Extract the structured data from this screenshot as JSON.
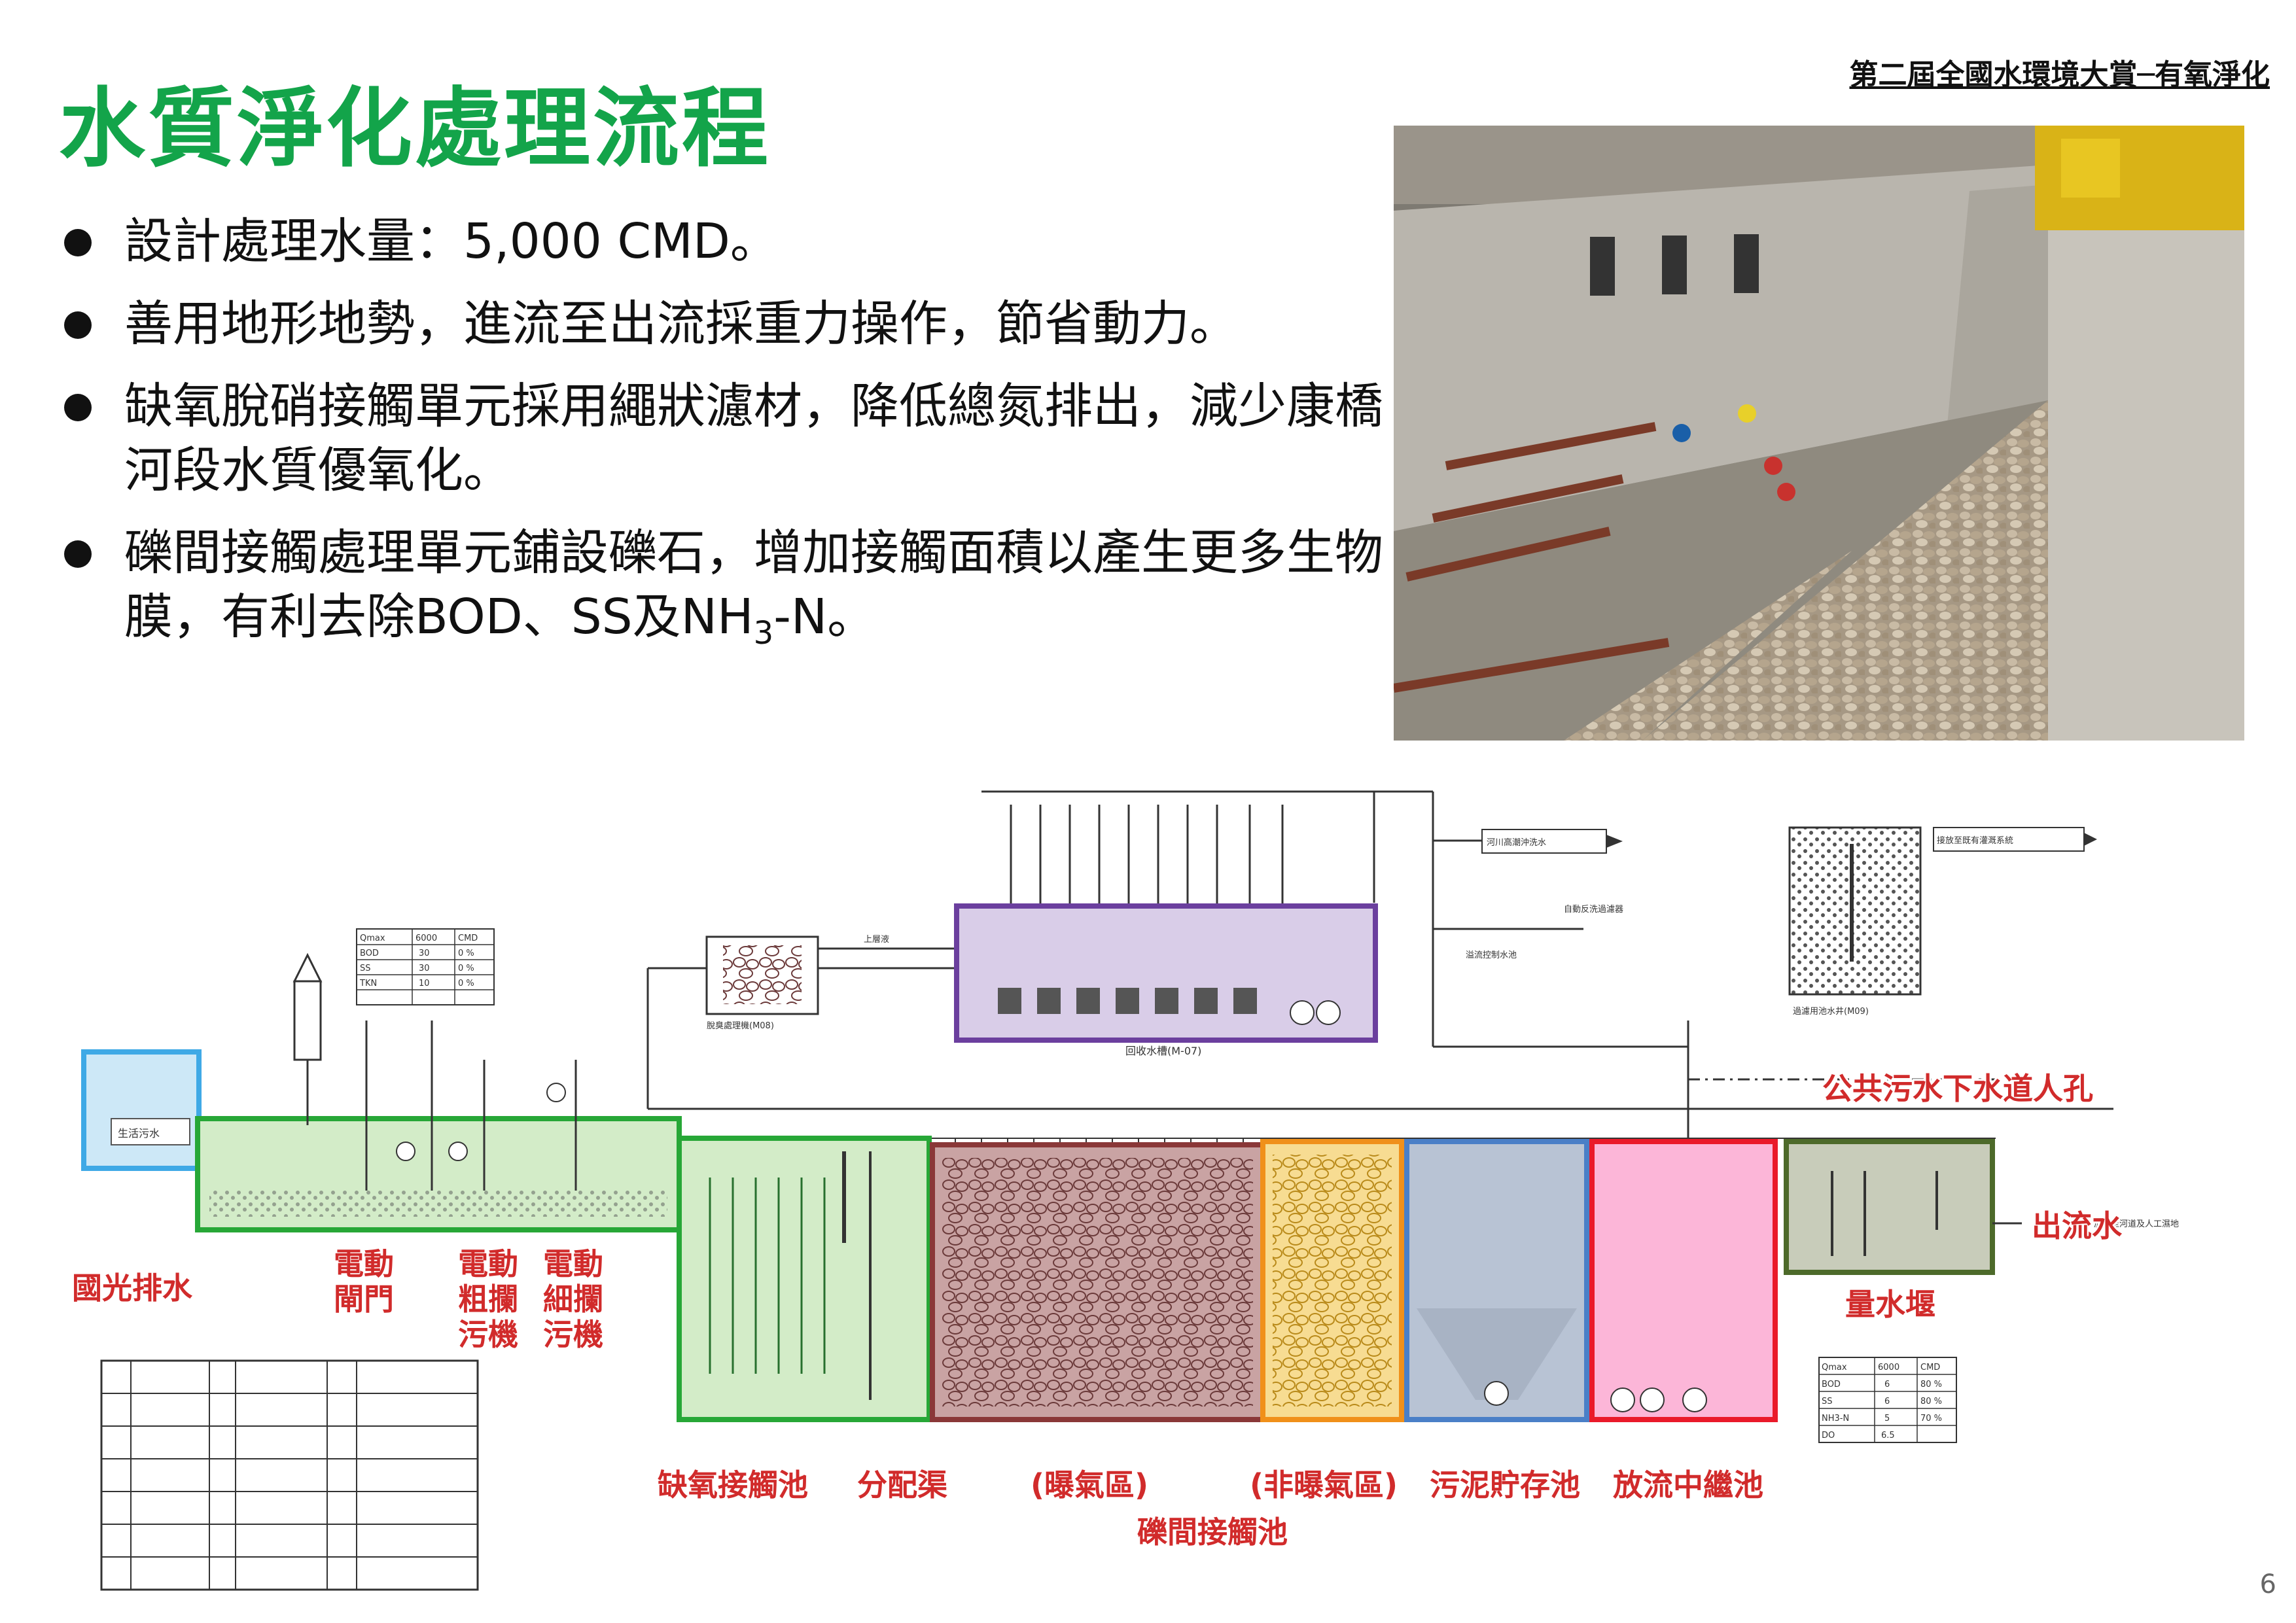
{
  "header": {
    "title": "水質淨化處理流程",
    "top_right": "第二屆全國水環境大賞─有氧淨化"
  },
  "bullets": [
    {
      "text": "設計處理水量：5,000 CMD。"
    },
    {
      "text": "善用地形地勢，進流至出流採重力操作，節省動力。"
    },
    {
      "text": "缺氧脫硝接觸單元採用繩狀濾材，降低總氮排出，減少康橋河段水質優氧化。"
    },
    {
      "pre": "礫間接觸處理單元鋪設礫石，增加接觸面積以產生更多生物膜，有利去除BOD、SS及NH",
      "sub": "3",
      "post": "-N。"
    }
  ],
  "photo": {
    "desc": "construction-photo"
  },
  "diagram": {
    "labels": {
      "guoguang": "國光排水",
      "gate": "電動閘門",
      "coarse": "電動粗攔污機",
      "fine": "電動細攔污機",
      "anoxic": "缺氧接觸池",
      "distribution": "分配渠",
      "aeration": "(曝氣區)",
      "non_aeration": "(非曝氣區)",
      "gravel": "礫間接觸池",
      "sludge": "污泥貯存池",
      "relay": "放流中繼池",
      "manhole": "公共污水下水道人孔",
      "weir": "量水堰",
      "outflow": "出流水",
      "domestic": "生活污水"
    },
    "small": {
      "qmax": "Qmax",
      "bod": "BOD",
      "ss": "SS",
      "tkn": "TKN",
      "cmd": "CMD",
      "v6000": "6000",
      "v30a": "30",
      "v30b": "30",
      "v10": "10",
      "pct": "0 %",
      "upper": "上層液",
      "river": "河川高潮沖洗水",
      "autobw": "自動反洗過濾器",
      "recycle": "回收水槽(M-07)",
      "overflow": "溢流控制水池",
      "outlet_note": "接放至既有灌溉系統",
      "filt": "過濾用池水井(M09)",
      "deod": "脫臭處理機(M08)",
      "nh3": "NH3-N",
      "do": "DO",
      "v6": "6",
      "v5": "5",
      "v65": "6.5",
      "p80a": "80 %",
      "p80b": "80 %",
      "p70": "70 %",
      "river_note": "放水至河道及人工濕地"
    }
  },
  "page_number": "6",
  "colors": {
    "title_green": "#13a44a",
    "label_red": "#d12b2b",
    "blue": "#3fa9e6",
    "green": "#27a737",
    "purple": "#6b3f9e",
    "brown": "#8a3838",
    "orange": "#f0901a",
    "slate": "#4a7fc7",
    "pink": "#ea1a2a",
    "olive": "#4d6a2a"
  }
}
